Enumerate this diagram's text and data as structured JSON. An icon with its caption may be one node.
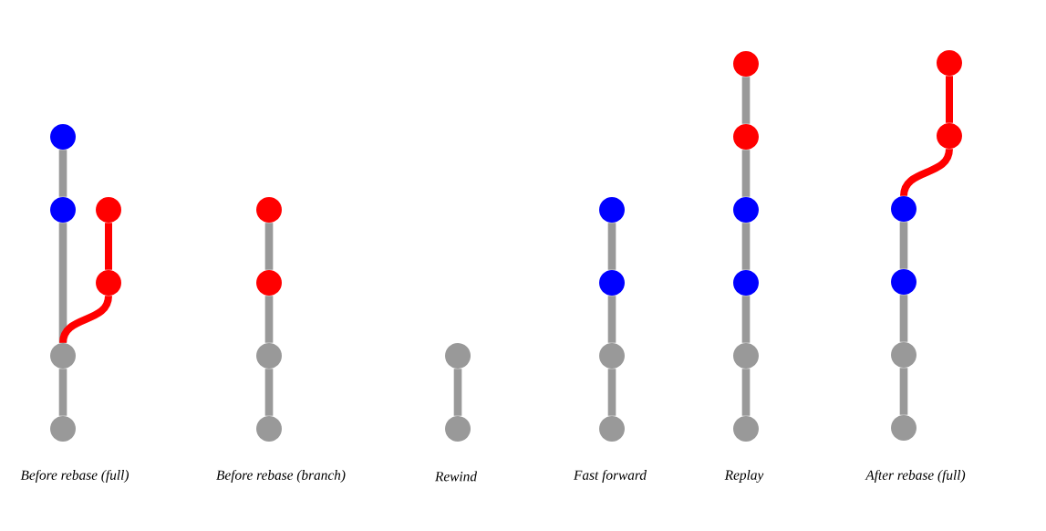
{
  "diagram": {
    "nodes": [
      {
        "text": [],
        "shape": "circle"
      },
      {
        "text": [],
        "shape": "circle"
      },
      {
        "text": [],
        "shape": "circle"
      },
      {
        "text": [],
        "shape": "circle"
      },
      {
        "text": [],
        "shape": "circle"
      },
      {
        "text": [],
        "shape": "circle"
      },
      {
        "text": [],
        "shape": "circle"
      },
      {
        "text": [],
        "shape": "circle"
      },
      {
        "text": [],
        "shape": "circle"
      },
      {
        "text": [],
        "shape": "circle"
      },
      {
        "text": [],
        "shape": "circle"
      },
      {
        "text": [],
        "shape": "circle"
      },
      {
        "text": [],
        "shape": "circle"
      },
      {
        "text": [],
        "shape": "circle"
      },
      {
        "text": [],
        "shape": "circle"
      },
      {
        "text": [],
        "shape": "circle"
      },
      {
        "text": [],
        "shape": "circle"
      },
      {
        "text": [],
        "shape": "circle"
      },
      {
        "text": [],
        "shape": "circle"
      },
      {
        "text": [],
        "shape": "circle"
      },
      {
        "text": [],
        "shape": "circle"
      },
      {
        "text": [],
        "shape": "circle"
      },
      {
        "text": [],
        "shape": "circle"
      },
      {
        "text": [],
        "shape": "circle"
      },
      {
        "text": [],
        "shape": "circle"
      },
      {
        "text": [],
        "shape": "circle"
      },
      {
        "text": [],
        "shape": "circle"
      },
      {
        "text": [],
        "shape": "circle"
      }
    ],
    "edges": [
      {
        "from": 0,
        "to": 1,
        "arrow": "none"
      },
      {
        "from": 1,
        "to": 2,
        "arrow": "none"
      },
      {
        "from": 2,
        "to": 3,
        "arrow": "none"
      },
      {
        "from": 1,
        "to": 4,
        "arrow": "none",
        "color": "#ff0000"
      },
      {
        "from": 4,
        "to": 5,
        "arrow": "none",
        "color": "#ff0000"
      },
      {
        "from": 6,
        "to": 7,
        "arrow": "none"
      },
      {
        "from": 7,
        "to": 8,
        "arrow": "none"
      },
      {
        "from": 8,
        "to": 9,
        "arrow": "none"
      },
      {
        "from": 10,
        "to": 11,
        "arrow": "none"
      },
      {
        "from": 12,
        "to": 13,
        "arrow": "none"
      },
      {
        "from": 13,
        "to": 14,
        "arrow": "none"
      },
      {
        "from": 14,
        "to": 15,
        "arrow": "none"
      },
      {
        "from": 16,
        "to": 17,
        "arrow": "none"
      },
      {
        "from": 17,
        "to": 18,
        "arrow": "none"
      },
      {
        "from": 18,
        "to": 19,
        "arrow": "none"
      },
      {
        "from": 19,
        "to": 20,
        "arrow": "none"
      },
      {
        "from": 20,
        "to": 21,
        "arrow": "none"
      },
      {
        "from": 22,
        "to": 23,
        "arrow": "none"
      },
      {
        "from": 23,
        "to": 24,
        "arrow": "none"
      },
      {
        "from": 24,
        "to": 25,
        "arrow": "none"
      },
      {
        "from": 25,
        "to": 26,
        "arrow": "none",
        "color": "#ff0000"
      },
      {
        "from": 26,
        "to": 27,
        "arrow": "none",
        "color": "#ff0000"
      }
    ],
    "labels": [
      "Before rebase (full)",
      "Before rebase (branch)",
      "Rewind",
      "Fast forward",
      "Replay",
      "After rebase (full)"
    ]
  }
}
